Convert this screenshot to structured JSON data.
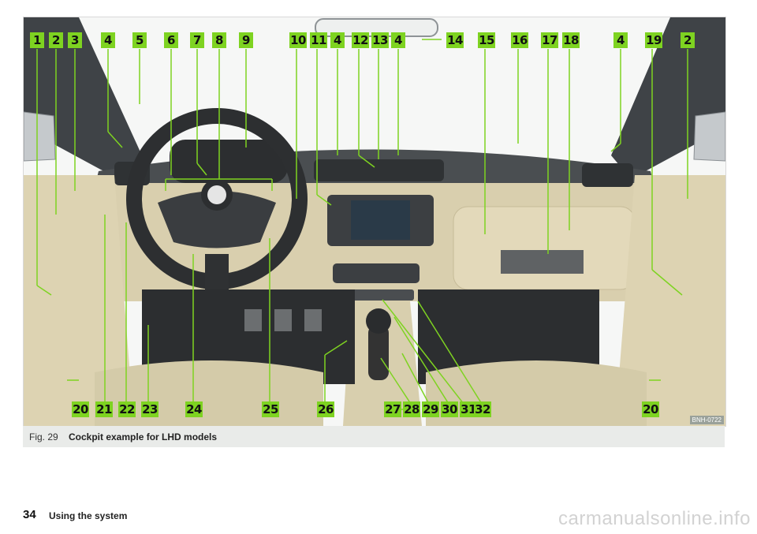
{
  "figure": {
    "callouts_top": [
      "1",
      "2",
      "3",
      "4",
      "5",
      "6",
      "7",
      "8",
      "9",
      "10",
      "11",
      "4",
      "12",
      "13",
      "4",
      "14",
      "15",
      "16",
      "17",
      "18",
      "4",
      "19",
      "2"
    ],
    "callouts_bottom": [
      "20",
      "21",
      "22",
      "23",
      "24",
      "25",
      "26",
      "27",
      "28",
      "29",
      "30",
      "31",
      "32",
      "20"
    ],
    "image_code": "BNH-0722"
  },
  "caption": {
    "prefix": "Fig. 29",
    "text": "Cockpit example for LHD models"
  },
  "footer": {
    "page_number": "34",
    "section_title": "Using the system",
    "watermark": "carmanualsonline.info"
  }
}
